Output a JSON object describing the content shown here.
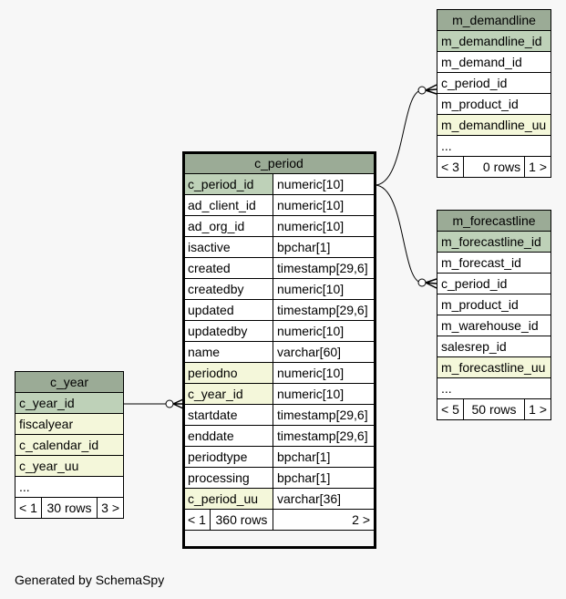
{
  "tables": {
    "c_year": {
      "name": "c_year",
      "columns": [
        "c_year_id",
        "fiscalyear",
        "c_calendar_id",
        "c_year_uu",
        "..."
      ],
      "footer": [
        "< 1",
        "30 rows",
        "3 >"
      ]
    },
    "c_period": {
      "name": "c_period",
      "columns": [
        {
          "name": "c_period_id",
          "type": "numeric[10]"
        },
        {
          "name": "ad_client_id",
          "type": "numeric[10]"
        },
        {
          "name": "ad_org_id",
          "type": "numeric[10]"
        },
        {
          "name": "isactive",
          "type": "bpchar[1]"
        },
        {
          "name": "created",
          "type": "timestamp[29,6]"
        },
        {
          "name": "createdby",
          "type": "numeric[10]"
        },
        {
          "name": "updated",
          "type": "timestamp[29,6]"
        },
        {
          "name": "updatedby",
          "type": "numeric[10]"
        },
        {
          "name": "name",
          "type": "varchar[60]"
        },
        {
          "name": "periodno",
          "type": "numeric[10]"
        },
        {
          "name": "c_year_id",
          "type": "numeric[10]"
        },
        {
          "name": "startdate",
          "type": "timestamp[29,6]"
        },
        {
          "name": "enddate",
          "type": "timestamp[29,6]"
        },
        {
          "name": "periodtype",
          "type": "bpchar[1]"
        },
        {
          "name": "processing",
          "type": "bpchar[1]"
        },
        {
          "name": "c_period_uu",
          "type": "varchar[36]"
        }
      ],
      "footer": [
        "< 1",
        "360 rows",
        "2 >"
      ]
    },
    "m_demandline": {
      "name": "m_demandline",
      "columns": [
        "m_demandline_id",
        "m_demand_id",
        "c_period_id",
        "m_product_id",
        "m_demandline_uu",
        "..."
      ],
      "footer": [
        "< 3",
        "0 rows",
        "1 >"
      ]
    },
    "m_forecastline": {
      "name": "m_forecastline",
      "columns": [
        "m_forecastline_id",
        "m_forecast_id",
        "c_period_id",
        "m_product_id",
        "m_warehouse_id",
        "salesrep_id",
        "m_forecastline_uu",
        "..."
      ],
      "footer": [
        "< 5",
        "50 rows",
        "1 >"
      ]
    }
  },
  "footer_text": "Generated by SchemaSpy"
}
